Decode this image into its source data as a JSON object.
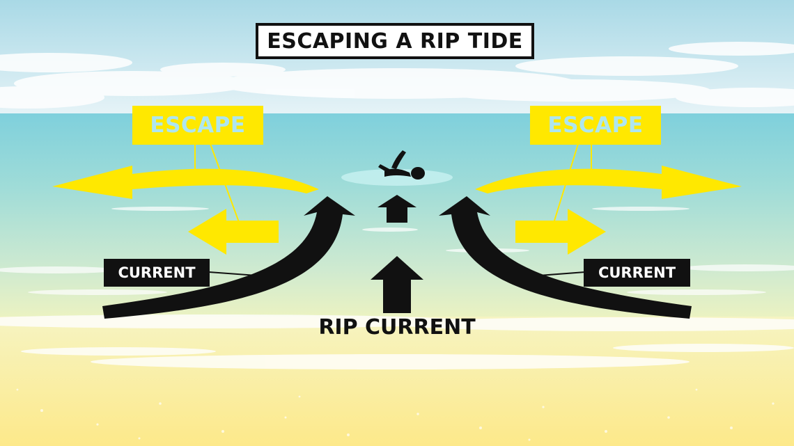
{
  "title": "ESCAPING A RIP TIDE",
  "labels": {
    "escape_left": "ESCAPE",
    "escape_right": "ESCAPE",
    "current_left": "CURRENT",
    "current_right": "CURRENT",
    "rip_current": "RIP CURRENT"
  },
  "icons": {
    "swimmer": "swimmer-icon"
  },
  "colors": {
    "escape_yellow": "#ffe800",
    "escape_text": "#aee6ef",
    "current_black": "#111111",
    "ocean_top": "#7fd3de",
    "sand": "#fdf3a6"
  }
}
